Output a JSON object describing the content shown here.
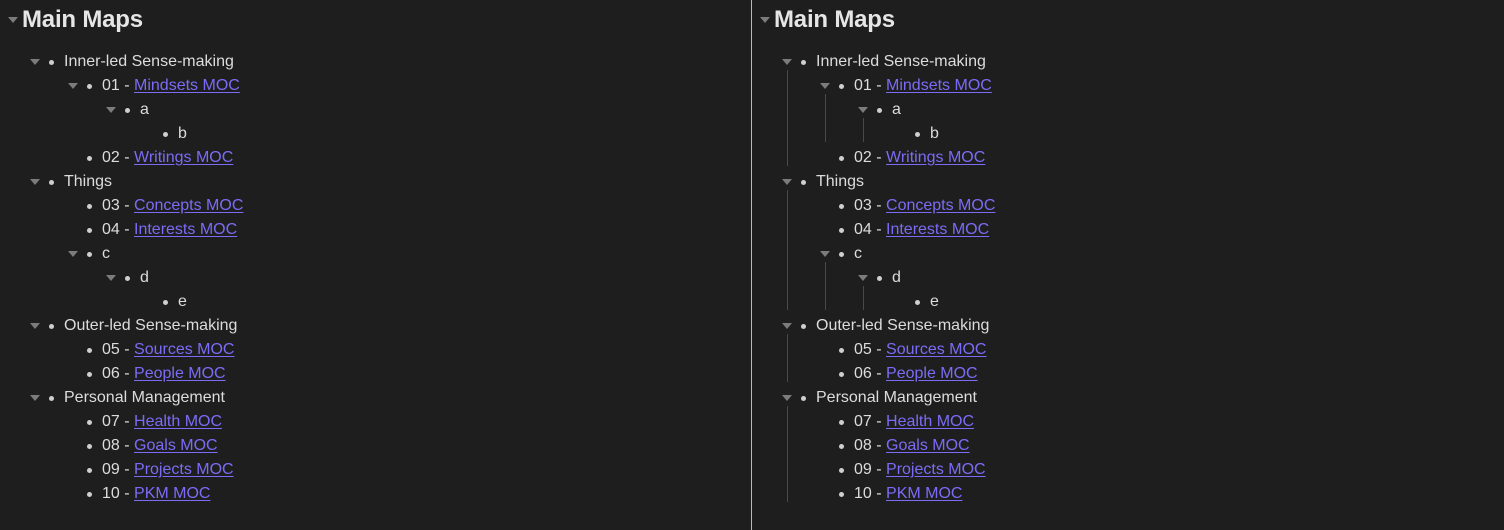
{
  "theme": {
    "background": "#1e1e1e",
    "text": "#dcdcdc",
    "heading_text": "#e6e6e6",
    "link": "#7b6cf6",
    "bullet": "#cfcfcf",
    "twisty": "#7c7c7c",
    "guide_line": "#2d5070",
    "pane_divider": "#b9b9b9"
  },
  "panes": [
    {
      "id": "left",
      "guides": false
    },
    {
      "id": "right",
      "guides": true
    }
  ],
  "heading": {
    "title": "Main Maps",
    "twisty_icon": "chevron-down-icon"
  },
  "tree": [
    {
      "id": "inner-led",
      "depth": 0,
      "twisty": "expanded",
      "text": "Inner-led Sense-making",
      "prefix": "",
      "link": "",
      "has_guide": true
    },
    {
      "id": "mindsets",
      "depth": 1,
      "twisty": "expanded",
      "text": "",
      "prefix": "01 - ",
      "link": "Mindsets MOC",
      "has_guide": true
    },
    {
      "id": "a",
      "depth": 2,
      "twisty": "expanded",
      "text": "a",
      "prefix": "",
      "link": "",
      "has_guide": true
    },
    {
      "id": "b",
      "depth": 3,
      "twisty": "none",
      "text": "b",
      "prefix": "",
      "link": "",
      "has_guide": false
    },
    {
      "id": "writings",
      "depth": 1,
      "twisty": "none",
      "text": "",
      "prefix": "02 - ",
      "link": "Writings MOC",
      "has_guide": false
    },
    {
      "id": "things",
      "depth": 0,
      "twisty": "expanded",
      "text": "Things",
      "prefix": "",
      "link": "",
      "has_guide": true
    },
    {
      "id": "concepts",
      "depth": 1,
      "twisty": "none",
      "text": "",
      "prefix": "03 - ",
      "link": "Concepts MOC",
      "has_guide": false
    },
    {
      "id": "interests",
      "depth": 1,
      "twisty": "none",
      "text": "",
      "prefix": "04 - ",
      "link": "Interests MOC",
      "has_guide": false
    },
    {
      "id": "c",
      "depth": 1,
      "twisty": "expanded",
      "text": "c",
      "prefix": "",
      "link": "",
      "has_guide": true
    },
    {
      "id": "d",
      "depth": 2,
      "twisty": "expanded",
      "text": "d",
      "prefix": "",
      "link": "",
      "has_guide": true
    },
    {
      "id": "e",
      "depth": 3,
      "twisty": "none",
      "text": "e",
      "prefix": "",
      "link": "",
      "has_guide": false
    },
    {
      "id": "outer-led",
      "depth": 0,
      "twisty": "expanded",
      "text": "Outer-led Sense-making",
      "prefix": "",
      "link": "",
      "has_guide": true
    },
    {
      "id": "sources",
      "depth": 1,
      "twisty": "none",
      "text": "",
      "prefix": "05 - ",
      "link": "Sources MOC",
      "has_guide": false
    },
    {
      "id": "people",
      "depth": 1,
      "twisty": "none",
      "text": "",
      "prefix": "06 - ",
      "link": "People MOC",
      "has_guide": false
    },
    {
      "id": "personal-management",
      "depth": 0,
      "twisty": "expanded",
      "text": "Personal Management",
      "prefix": "",
      "link": "",
      "has_guide": true
    },
    {
      "id": "health",
      "depth": 1,
      "twisty": "none",
      "text": "",
      "prefix": "07 - ",
      "link": "Health MOC",
      "has_guide": false
    },
    {
      "id": "goals",
      "depth": 1,
      "twisty": "none",
      "text": "",
      "prefix": "08 - ",
      "link": "Goals MOC",
      "has_guide": false
    },
    {
      "id": "projects",
      "depth": 1,
      "twisty": "none",
      "text": "",
      "prefix": "09 - ",
      "link": "Projects MOC",
      "has_guide": false
    },
    {
      "id": "pkm",
      "depth": 1,
      "twisty": "none",
      "text": "",
      "prefix": "10 - ",
      "link": "PKM MOC",
      "has_guide": false
    }
  ]
}
